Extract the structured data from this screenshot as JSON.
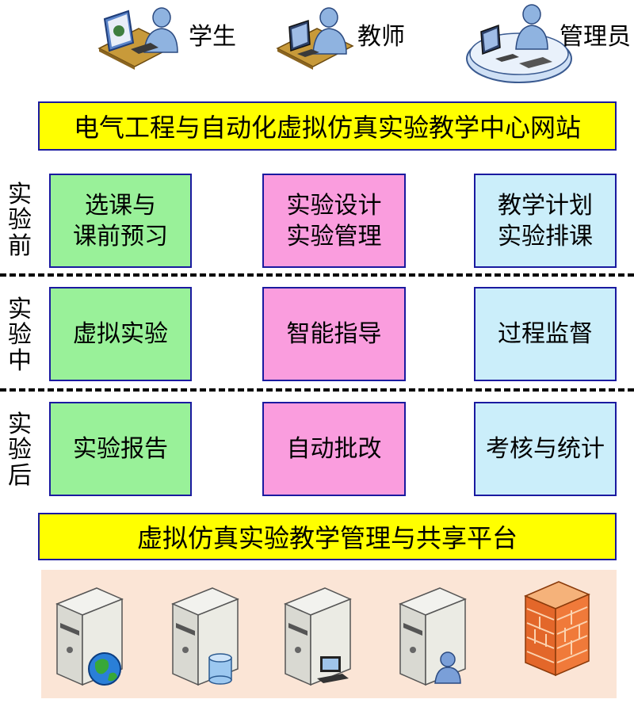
{
  "roles": [
    {
      "label": "学生",
      "icon": "student-computer-icon"
    },
    {
      "label": "教师",
      "icon": "teacher-computer-icon"
    },
    {
      "label": "管理员",
      "icon": "admin-workstation-icon"
    }
  ],
  "top_banner": "电气工程与自动化虚拟仿真实验教学中心网站",
  "stages": [
    {
      "label": "实\n验\n前",
      "cells": [
        "选课与\n课前预习",
        "实验设计\n实验管理",
        "教学计划\n实验排课"
      ]
    },
    {
      "label": "实\n验\n中",
      "cells": [
        "虚拟实验",
        "智能指导",
        "过程监督"
      ]
    },
    {
      "label": "实\n验\n后",
      "cells": [
        "实验报告",
        "自动批改",
        "考核与统计"
      ]
    }
  ],
  "bottom_banner": "虚拟仿真实验教学管理与共享平台",
  "servers": [
    "web-server-icon",
    "database-server-icon",
    "computer-server-icon",
    "user-server-icon",
    "firewall-icon"
  ],
  "colors": {
    "green": "#99f199",
    "pink": "#fa9dde",
    "blue": "#cbeefa",
    "banner": "#ffff00",
    "border": "#1a1aa0"
  }
}
